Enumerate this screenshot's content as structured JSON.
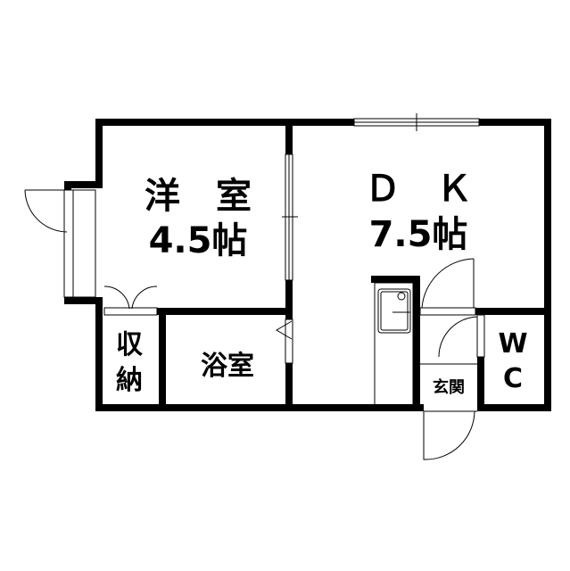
{
  "rooms": {
    "western_room": {
      "name": "洋　室",
      "size": "4.5帖"
    },
    "dining_kitchen": {
      "name": "Ｄ　Ｋ",
      "size": "7.5帖"
    },
    "storage": {
      "name_line1": "収",
      "name_line2": "納"
    },
    "bathroom": {
      "name": "浴室"
    },
    "entrance": {
      "name": "玄関"
    },
    "toilet": {
      "name_line1": "W",
      "name_line2": "C"
    }
  }
}
